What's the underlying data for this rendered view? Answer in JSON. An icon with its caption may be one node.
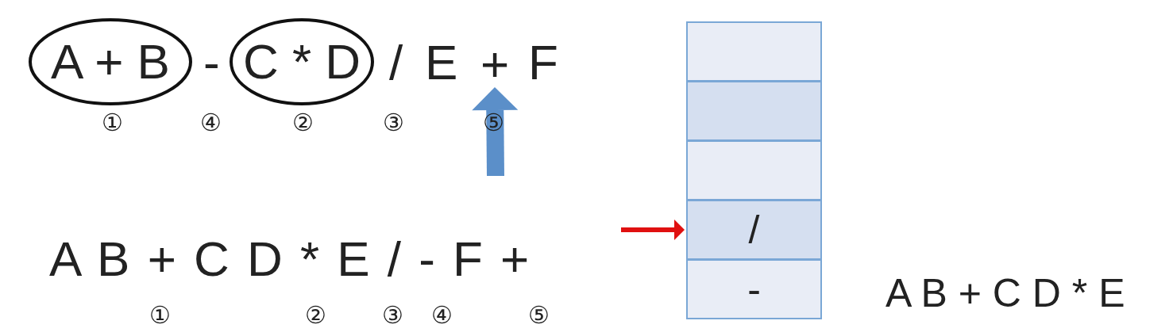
{
  "diagram": {
    "nodes": [
      {
        "text": [
          "A + B"
        ]
      },
      {
        "text": [
          "C * D"
        ]
      },
      {
        "text": [
          "+"
        ]
      },
      {
        "text": [],
        "shape": "box"
      },
      {
        "text": [],
        "shape": "box"
      },
      {
        "text": [],
        "shape": "box"
      },
      {
        "text": [
          "/"
        ]
      },
      {
        "text": [
          "-"
        ]
      }
    ],
    "edges": [
      {
        "from": null,
        "to": 2,
        "arrow": "to",
        "style": "thick",
        "color": "#5b8fc9"
      },
      {
        "from": null,
        "to": 6,
        "arrow": "to",
        "color": "#e01010"
      }
    ],
    "labels": [
      "-",
      "/",
      "E",
      "F",
      "①",
      "④",
      "②",
      "③",
      "⑤",
      "A B + C D * E / - F +",
      "①",
      "②",
      "③",
      "④",
      "⑤",
      "A B + C D * E"
    ]
  }
}
